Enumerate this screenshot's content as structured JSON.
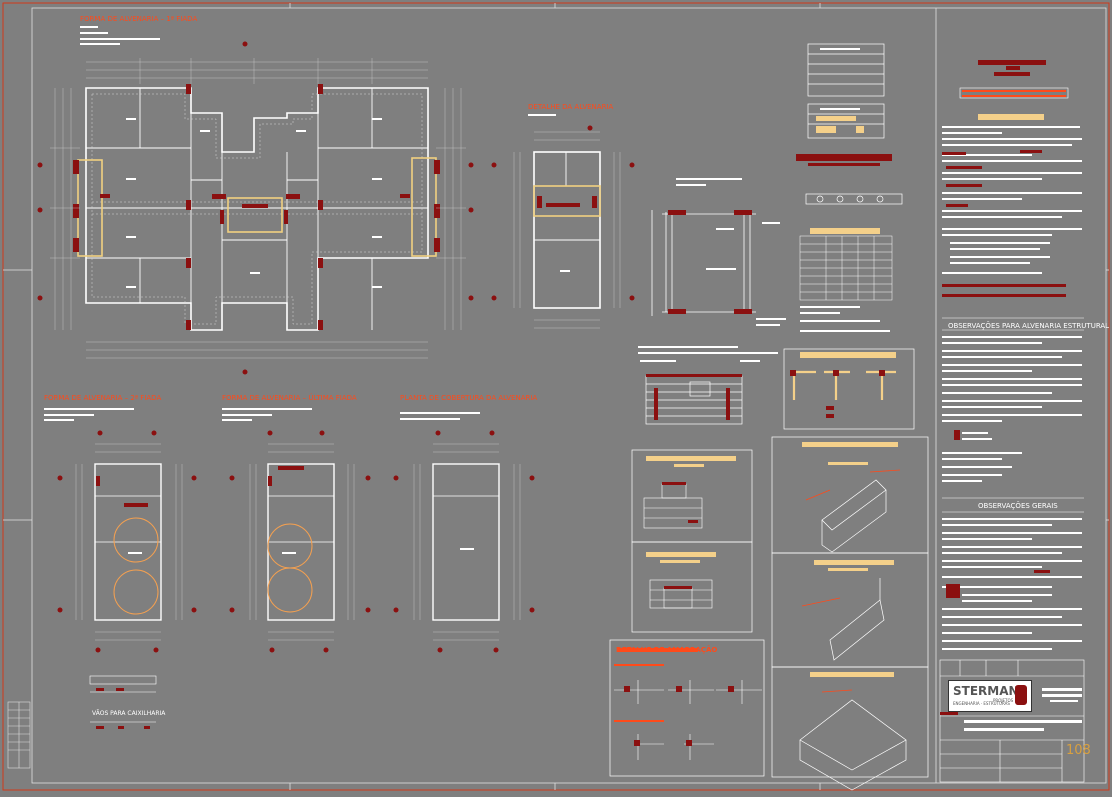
{
  "drawing": {
    "colors": {
      "background": "#7f7f7f",
      "wall": "#ffffff",
      "accent": "#ff4a1a",
      "highlight": "#f4d08a",
      "column": "#8b1010",
      "frame": "#d23a1a"
    },
    "sections": {
      "obs_alvenaria": "OBSERVAÇÕES PARA ALVENARIA ESTRUTURAL",
      "obs_gerais": "OBSERVAÇÕES GERAIS",
      "vaos": "VÃOS PARA CAIXILHARIA"
    },
    "title_block": {
      "company": "STERMAN",
      "company_sub1": "PROJETOS",
      "company_sub2": "ENGENHARIA · ESTRUTURAS",
      "sheet_number": "108"
    }
  }
}
